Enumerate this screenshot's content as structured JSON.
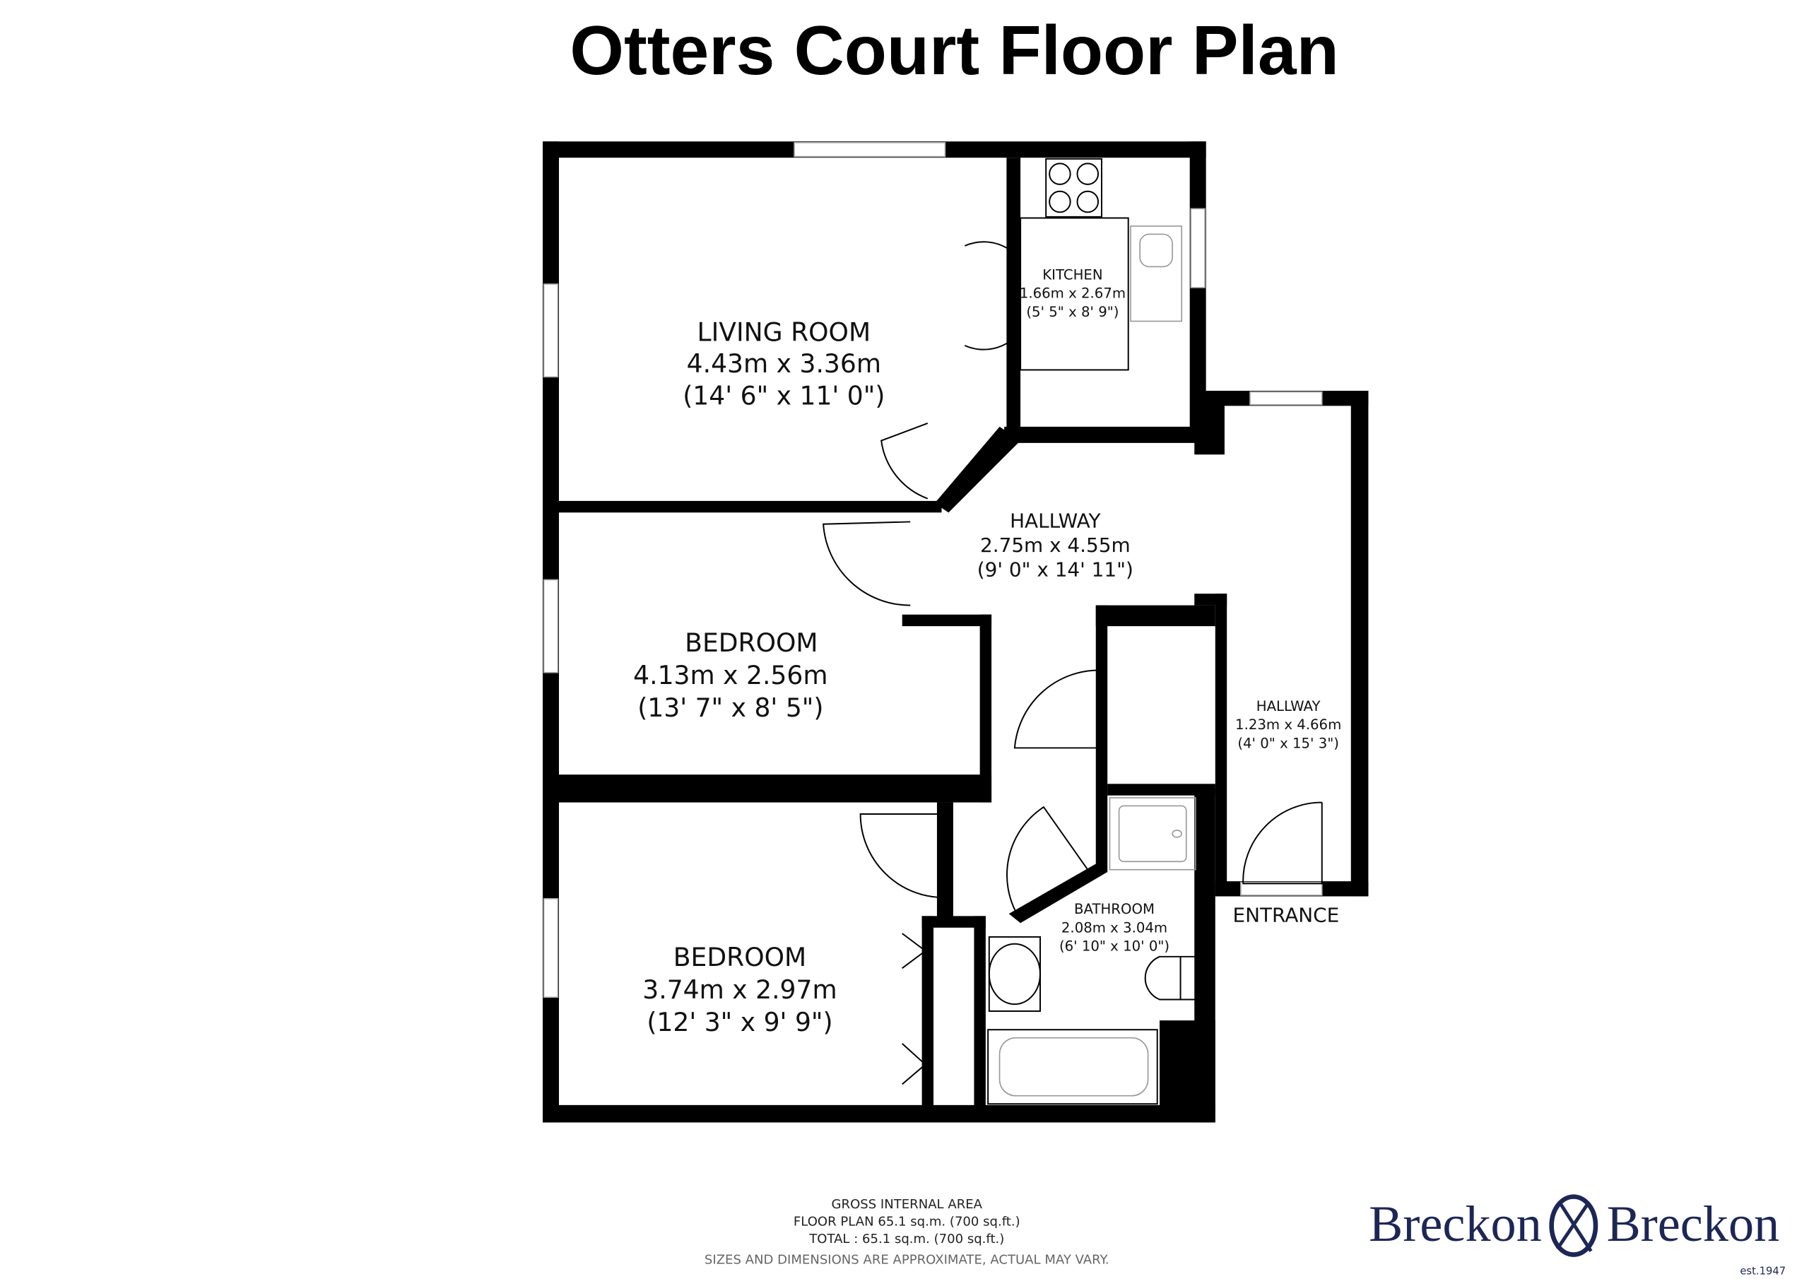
{
  "title": "Otters Court Floor Plan",
  "rooms": {
    "living": {
      "name": "LIVING ROOM",
      "metric": "4.43m x 3.36m",
      "imperial": "(14' 6\" x 11' 0\")"
    },
    "kitchen": {
      "name": "KITCHEN",
      "metric": "1.66m x 2.67m",
      "imperial": "(5' 5\" x 8' 9\")"
    },
    "hallway_main": {
      "name": "HALLWAY",
      "metric": "2.75m x 4.55m",
      "imperial": "(9' 0\" x 14' 11\")"
    },
    "bedroom1": {
      "name": "BEDROOM",
      "metric": "4.13m x 2.56m",
      "imperial": "(13' 7\" x 8' 5\")"
    },
    "bedroom2": {
      "name": "BEDROOM",
      "metric": "3.74m x 2.97m",
      "imperial": "(12' 3\" x 9' 9\")"
    },
    "hallway_side": {
      "name": "HALLWAY",
      "metric": "1.23m x 4.66m",
      "imperial": "(4' 0\" x 15' 3\")"
    },
    "bathroom": {
      "name": "BATHROOM",
      "metric": "2.08m x 3.04m",
      "imperial": "(6' 10\" x 10' 0\")"
    }
  },
  "entrance_label": "ENTRANCE",
  "footer": {
    "line1": "GROSS INTERNAL AREA",
    "line2": "FLOOR PLAN 65.1 sq.m. (700 sq.ft.)",
    "line3": "TOTAL :  65.1 sq.m. (700 sq.ft.)",
    "disclaimer": "SIZES AND DIMENSIONS ARE APPROXIMATE, ACTUAL MAY VARY."
  },
  "logo": {
    "left": "Breckon",
    "right": "Breckon",
    "est": "est.1947",
    "color": "#1c2756"
  }
}
